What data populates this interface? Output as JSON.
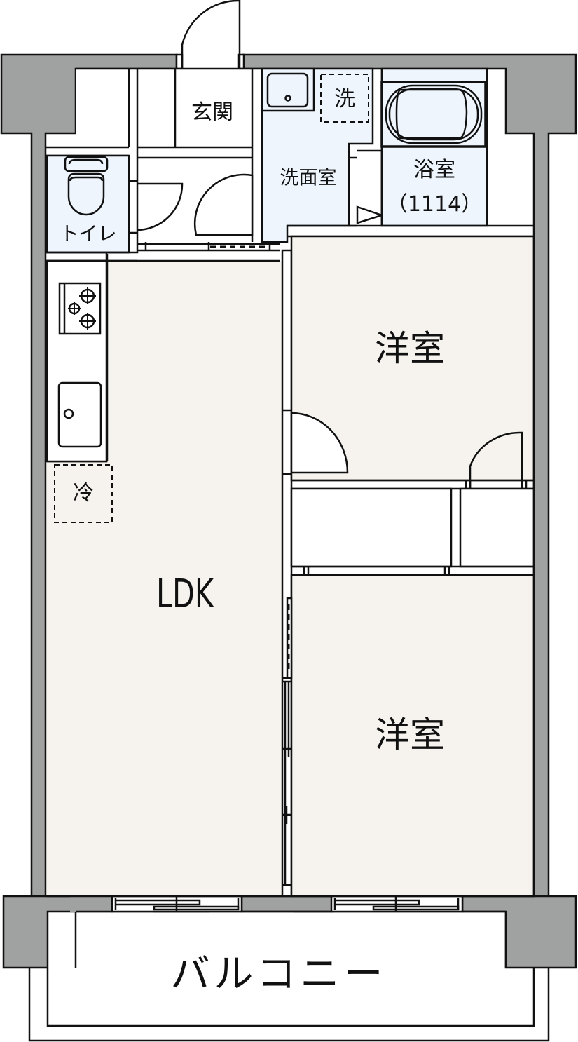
{
  "plan": {
    "title": "Floor plan 2LDK",
    "colors": {
      "wall": "#a0a1a1",
      "outline": "#111111",
      "wet_area": "#eef5fd",
      "living_floor": "#f6f3ee",
      "utility": "#ffffff"
    },
    "rooms": {
      "entrance": {
        "label": "玄関"
      },
      "toilet": {
        "label": "トイレ"
      },
      "washroom": {
        "label": "洗面室"
      },
      "washer": {
        "label": "洗"
      },
      "bathroom": {
        "label": "浴室",
        "size": "（1114）"
      },
      "western_room_1": {
        "label": "洋室"
      },
      "western_room_2": {
        "label": "洋室"
      },
      "ldk": {
        "label": "LDK"
      },
      "fridge": {
        "label": "冷"
      },
      "balcony": {
        "label": "バルコニー"
      }
    }
  }
}
